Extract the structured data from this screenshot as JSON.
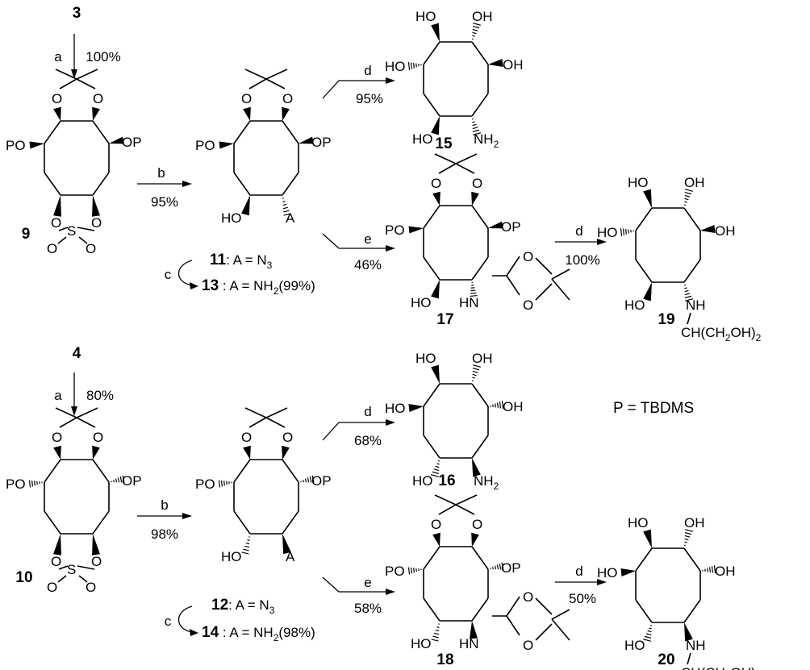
{
  "legend": "P = TBDMS",
  "compounds": [
    {
      "id": "3"
    },
    {
      "id": "4"
    },
    {
      "id": "9"
    },
    {
      "id": "10"
    },
    {
      "id": "11"
    },
    {
      "id": "12"
    },
    {
      "id": "13"
    },
    {
      "id": "14"
    },
    {
      "id": "15"
    },
    {
      "id": "16"
    },
    {
      "id": "17"
    },
    {
      "id": "18"
    },
    {
      "id": "19"
    },
    {
      "id": "20"
    }
  ],
  "steps": [
    {
      "id": "s1",
      "reagent": "a",
      "yield": "100%"
    },
    {
      "id": "s2",
      "reagent": "b",
      "yield": "95%"
    },
    {
      "id": "s3",
      "reagent": "d",
      "yield": "95%"
    },
    {
      "id": "s4",
      "reagent": "e",
      "yield": "46%"
    },
    {
      "id": "s5",
      "reagent": "d",
      "yield": "100%"
    },
    {
      "id": "s6",
      "reagent": "c",
      "yield": ""
    },
    {
      "id": "s7",
      "reagent": "a",
      "yield": "80%"
    },
    {
      "id": "s8",
      "reagent": "b",
      "yield": "98%"
    },
    {
      "id": "s9",
      "reagent": "d",
      "yield": "68%"
    },
    {
      "id": "s10",
      "reagent": "e",
      "yield": "58%"
    },
    {
      "id": "s11",
      "reagent": "d",
      "yield": "50%"
    },
    {
      "id": "s12",
      "reagent": "c",
      "yield": ""
    }
  ],
  "captions": {
    "c11": {
      "num": "11",
      "text": ": A = N",
      "sub": "3"
    },
    "c13": {
      "num": "13",
      "text": " : A = NH",
      "sub": "2",
      "tail": "(99%)"
    },
    "c12": {
      "num": "12",
      "text": ": A = N",
      "sub": "3"
    },
    "c14": {
      "num": "14",
      "text": " : A = NH",
      "sub": "2",
      "tail": "(98%)"
    }
  },
  "labels": {
    "PO": "PO",
    "OP": "OP",
    "HO": "HO",
    "OH": "OH",
    "O": "O",
    "S": "S",
    "A": "A",
    "NH2": "NH",
    "HN": "HN",
    "NH": "NH",
    "sub2": "2",
    "CH_open": "CH(CH",
    "OH_close": "OH)"
  }
}
